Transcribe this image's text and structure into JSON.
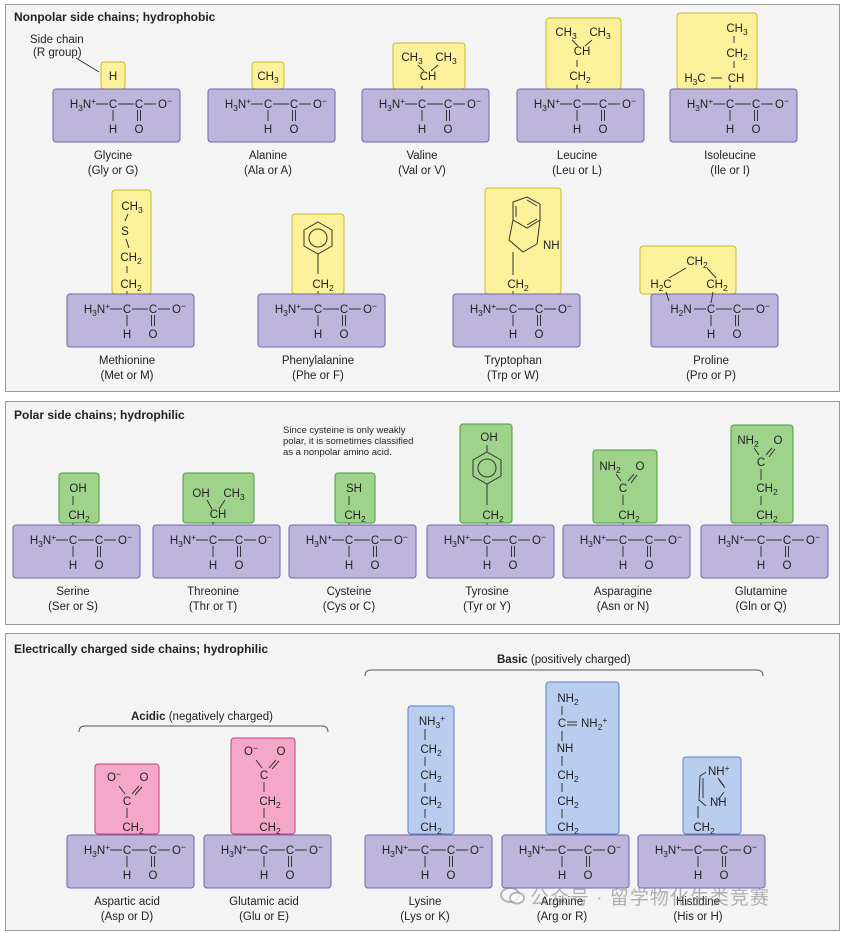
{
  "sections": [
    {
      "id": "nonpolar",
      "title": "Nonpolar side chains; hydrophobic"
    },
    {
      "id": "polar",
      "title": "Polar side chains; hydrophilic"
    },
    {
      "id": "charged",
      "title": "Electrically charged side chains; hydrophilic"
    }
  ],
  "annotations": {
    "side_chain_label": "Side chain",
    "r_group_label": "(R group)",
    "cysteine_note": [
      "Since cysteine is only weakly",
      "polar, it is sometimes classified",
      "as a nonpolar amino acid."
    ],
    "acidic_bold": "Acidic",
    "acidic_rest": "(negatively charged)",
    "basic_bold": "Basic",
    "basic_rest": "(positively charged)"
  },
  "backbone_text": {
    "amino_neutral": "H2N",
    "amino_charged": "H3N+",
    "alpha_c": "C",
    "h": "H",
    "carboxyl_c": "C",
    "o": "O",
    "o_minus": "O−"
  },
  "amino_acids": [
    {
      "key": "gly",
      "name": "Glycine",
      "abbr": "(Gly or G)",
      "side_chain": [
        "H"
      ],
      "color": "yellow"
    },
    {
      "key": "ala",
      "name": "Alanine",
      "abbr": "(Ala or A)",
      "side_chain": [
        "CH3"
      ],
      "color": "yellow"
    },
    {
      "key": "val",
      "name": "Valine",
      "abbr": "(Val or V)",
      "side_chain": [
        "CH3",
        "CH3",
        "CH"
      ],
      "color": "yellow"
    },
    {
      "key": "leu",
      "name": "Leucine",
      "abbr": "(Leu or L)",
      "side_chain": [
        "CH3",
        "CH3",
        "CH",
        "CH2"
      ],
      "color": "yellow"
    },
    {
      "key": "ile",
      "name": "Isoleucine",
      "abbr": "(Ile or I)",
      "side_chain": [
        "CH3",
        "CH2",
        "H3C",
        "CH"
      ],
      "color": "yellow"
    },
    {
      "key": "met",
      "name": "Methionine",
      "abbr": "(Met or M)",
      "side_chain": [
        "CH3",
        "S",
        "CH2",
        "CH2"
      ],
      "color": "yellow"
    },
    {
      "key": "phe",
      "name": "Phenylalanine",
      "abbr": "(Phe or F)",
      "side_chain": [
        "CH2"
      ],
      "color": "yellow"
    },
    {
      "key": "trp",
      "name": "Tryptophan",
      "abbr": "(Trp or W)",
      "side_chain": [
        "NH",
        "CH2"
      ],
      "color": "yellow"
    },
    {
      "key": "pro",
      "name": "Proline",
      "abbr": "(Pro or P)",
      "side_chain": [
        "CH2",
        "H2C",
        "CH2"
      ],
      "color": "yellow"
    },
    {
      "key": "ser",
      "name": "Serine",
      "abbr": "(Ser or S)",
      "side_chain": [
        "OH",
        "CH2"
      ],
      "color": "green"
    },
    {
      "key": "thr",
      "name": "Threonine",
      "abbr": "(Thr or T)",
      "side_chain": [
        "OH",
        "CH3",
        "CH"
      ],
      "color": "green"
    },
    {
      "key": "cys",
      "name": "Cysteine",
      "abbr": "(Cys or C)",
      "side_chain": [
        "SH",
        "CH2"
      ],
      "color": "green"
    },
    {
      "key": "tyr",
      "name": "Tyrosine",
      "abbr": "(Tyr or Y)",
      "side_chain": [
        "OH",
        "CH2"
      ],
      "color": "green"
    },
    {
      "key": "asn",
      "name": "Asparagine",
      "abbr": "(Asn or N)",
      "side_chain": [
        "NH2",
        "O",
        "C",
        "CH2"
      ],
      "color": "green"
    },
    {
      "key": "gln",
      "name": "Glutamine",
      "abbr": "(Gln or Q)",
      "side_chain": [
        "NH2",
        "O",
        "C",
        "CH2",
        "CH2"
      ],
      "color": "green"
    },
    {
      "key": "asp",
      "name": "Aspartic acid",
      "abbr": "(Asp or D)",
      "side_chain": [
        "O−",
        "O",
        "C",
        "CH2"
      ],
      "color": "pink"
    },
    {
      "key": "glu",
      "name": "Glutamic acid",
      "abbr": "(Glu or E)",
      "side_chain": [
        "O−",
        "O",
        "C",
        "CH2",
        "CH2"
      ],
      "color": "pink"
    },
    {
      "key": "lys",
      "name": "Lysine",
      "abbr": "(Lys or K)",
      "side_chain": [
        "NH3+",
        "CH2",
        "CH2",
        "CH2",
        "CH2"
      ],
      "color": "blue"
    },
    {
      "key": "arg",
      "name": "Arginine",
      "abbr": "(Arg or R)",
      "side_chain": [
        "NH2",
        "C",
        "NH2+",
        "NH",
        "CH2",
        "CH2",
        "CH2"
      ],
      "color": "blue"
    },
    {
      "key": "his",
      "name": "Histidine",
      "abbr": "(His or H)",
      "side_chain": [
        "NH+",
        "NH",
        "CH2"
      ],
      "color": "blue"
    }
  ],
  "colors": {
    "backbone": "#bdb5dc",
    "backbone_border": "#6f66a8",
    "yellow": "#fbf19b",
    "yellow_border": "#c9b92f",
    "green": "#9fd38b",
    "green_border": "#4e9a3b",
    "pink": "#f5a7c8",
    "pink_border": "#c0407a",
    "blue": "#b9cdee",
    "blue_border": "#5a7fc0"
  },
  "watermark": "公众号 · 留学物化生类竞赛"
}
